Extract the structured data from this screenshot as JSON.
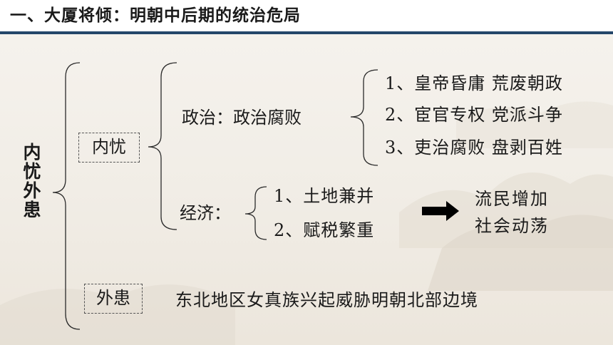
{
  "header": {
    "title": "一、大厦将倾：明朝中后期的统治危局"
  },
  "diagram": {
    "root": "内忧外患",
    "inner": {
      "label": "内忧",
      "political": {
        "label": "政治：政治腐败",
        "items": [
          "1、皇帝昏庸 荒废朝政",
          "2、宦官专权 党派斗争",
          "3、吏治腐败 盘剥百姓"
        ]
      },
      "economic": {
        "label": "经济：",
        "items": [
          "1、土地兼并",
          "2、赋税繁重"
        ],
        "result": [
          "流民增加",
          "社会动荡"
        ]
      }
    },
    "outer": {
      "label": "外患",
      "text": "东北地区女真族兴起威胁明朝北部边境"
    }
  },
  "colors": {
    "header_line": "#24476a",
    "text": "#1a1a1a",
    "arrow": "#000000"
  }
}
